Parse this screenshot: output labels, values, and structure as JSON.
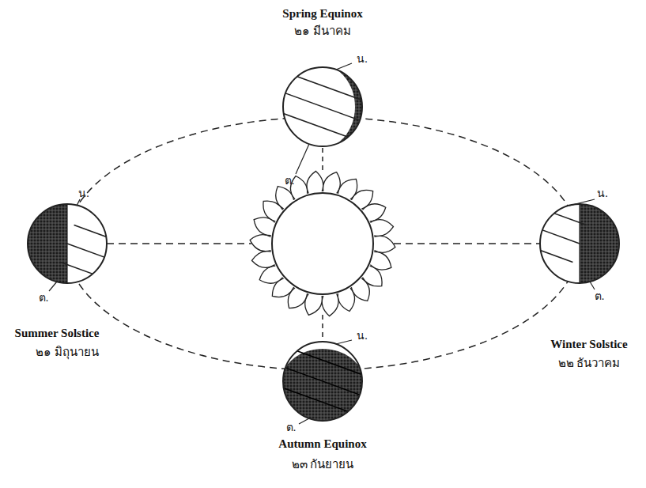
{
  "diagram": {
    "labels": [
      "Spring Equinox",
      "๒๑ มีนาคม",
      "น.",
      "ต.",
      "น.",
      "ต.",
      "Summer Solstice",
      "๒๑ มิถุนายน",
      "น.",
      "ต.",
      "Winter Solstice",
      "๒๒ ธันวาคม",
      "น.",
      "ต.",
      "Autumn Equinox",
      "๒๓ กันยายน"
    ]
  }
}
